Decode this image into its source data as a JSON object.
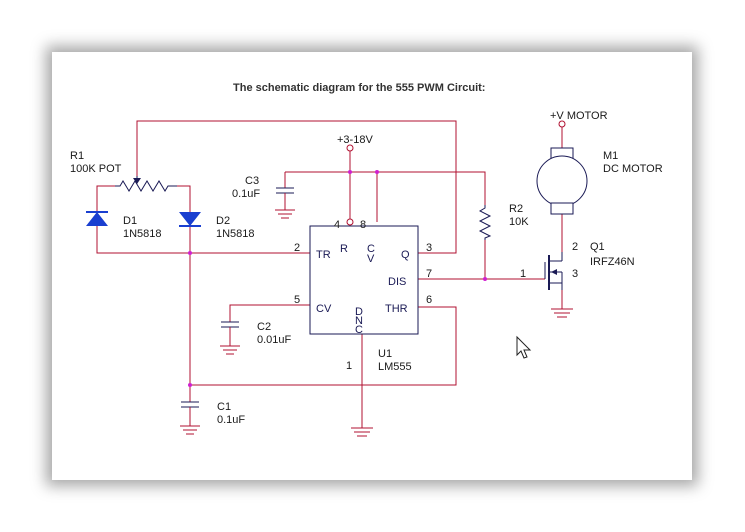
{
  "title": "The schematic diagram for the 555 PWM Circuit:",
  "colors": {
    "wire": "#b01030",
    "component": "#1a1a55",
    "diode_fill": "#1a3fd0",
    "junction": "#d020d0",
    "text": "#1a1a1a"
  },
  "supply": {
    "label": "+3-18V"
  },
  "motor_supply": {
    "label": "+V MOTOR"
  },
  "r1": {
    "ref": "R1",
    "value": "100K POT"
  },
  "d1": {
    "ref": "D1",
    "value": "1N5818"
  },
  "d2": {
    "ref": "D2",
    "value": "1N5818"
  },
  "c3": {
    "ref": "C3",
    "value": "0.1uF"
  },
  "c2": {
    "ref": "C2",
    "value": "0.01uF"
  },
  "c1": {
    "ref": "C1",
    "value": "0.1uF"
  },
  "r2": {
    "ref": "R2",
    "value": "10K"
  },
  "m1": {
    "ref": "M1",
    "value": "DC MOTOR"
  },
  "q1": {
    "ref": "Q1",
    "value": "IRFZ46N",
    "pin_gate": "1",
    "pin_drain": "2",
    "pin_source": "3"
  },
  "u1": {
    "ref": "U1",
    "value": "LM555",
    "pins": {
      "tr": "TR",
      "r": "R",
      "cv_top": "C",
      "cv_bot": "V",
      "q": "Q",
      "dis": "DIS",
      "cv": "CV",
      "thr": "THR",
      "gnd1": "D",
      "gnd2": "N",
      "gnd3": "C"
    },
    "pin_numbers": {
      "p1": "1",
      "p2": "2",
      "p3": "3",
      "p4": "4",
      "p5": "5",
      "p6": "6",
      "p7": "7",
      "p8": "8"
    }
  }
}
